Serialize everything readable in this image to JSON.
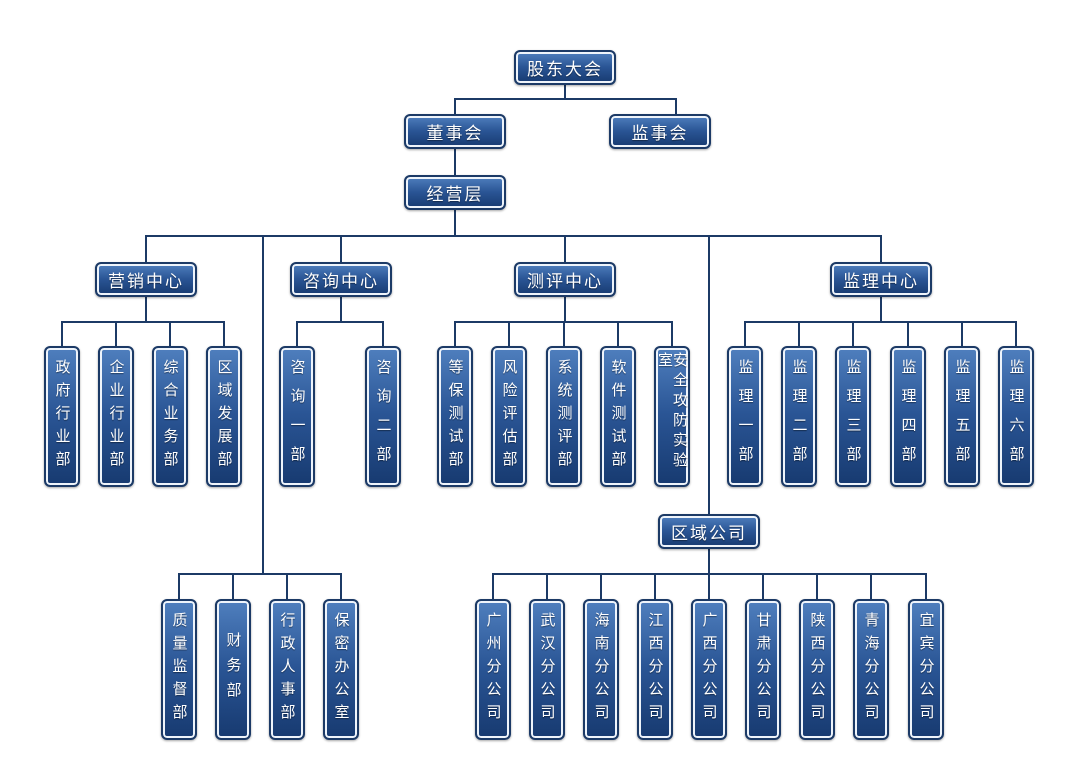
{
  "root": "股东大会",
  "board": "董事会",
  "supervisory": "监事会",
  "management": "经营层",
  "marketing": {
    "title": "营销中心",
    "units": [
      "政府行业部",
      "企业行业部",
      "综合业务部",
      "区域发展部"
    ]
  },
  "consulting": {
    "title": "咨询中心",
    "units": [
      "咨询一部",
      "咨询二部"
    ]
  },
  "testing": {
    "title": "测评中心",
    "units": [
      "等保测试部",
      "风险评估部",
      "系统测评部",
      "软件测试部",
      "安全攻防实验室"
    ]
  },
  "supervision": {
    "title": "监理中心",
    "units": [
      "监理一部",
      "监理二部",
      "监理三部",
      "监理四部",
      "监理五部",
      "监理六部"
    ]
  },
  "functional": {
    "units": [
      "质量监督部",
      "财务部",
      "行政人事部",
      "保密办公室"
    ]
  },
  "regional": {
    "title": "区域公司",
    "units": [
      "广州分公司",
      "武汉分公司",
      "海南分公司",
      "江西分公司",
      "广西分公司",
      "甘肃分公司",
      "陕西分公司",
      "青海分公司",
      "宜宾分公司"
    ]
  },
  "colors": {
    "line": "#1c3a66",
    "node_top": "#4f7fbe",
    "node_bottom": "#173a70",
    "node_text": "#ffffff"
  }
}
